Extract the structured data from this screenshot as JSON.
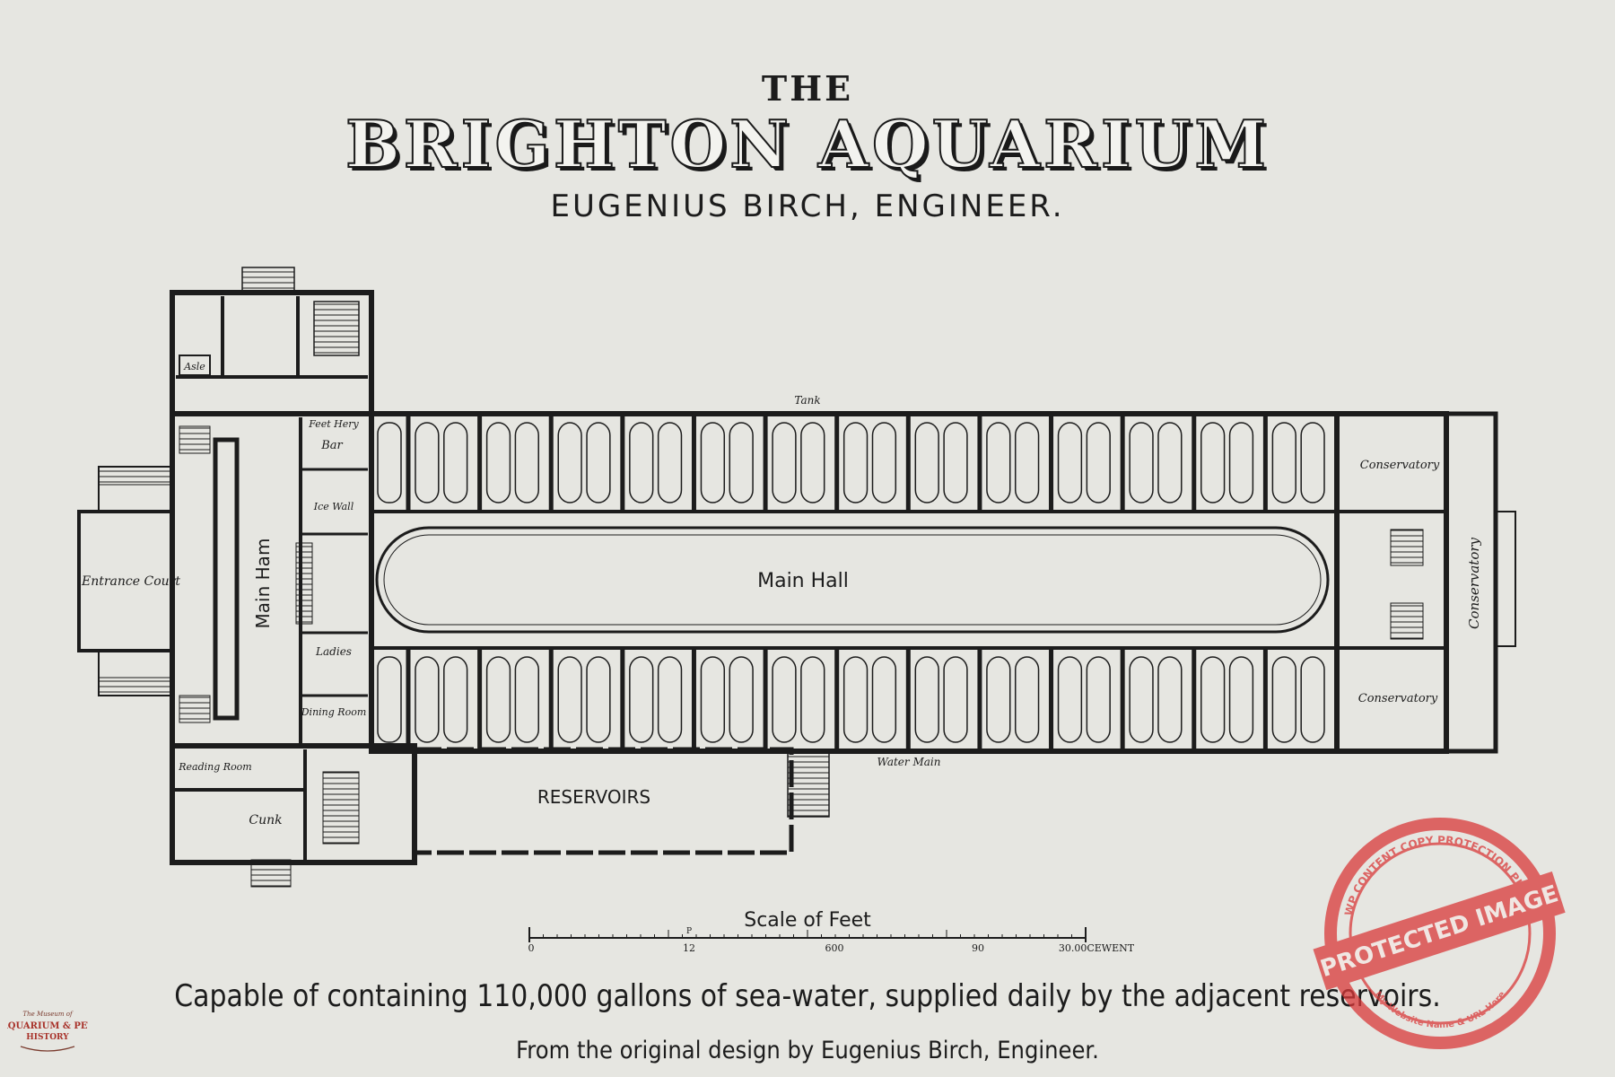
{
  "header": {
    "the": "THE",
    "title": "BRIGHTON AQUARIUM",
    "engineer": "EUGENIUS BIRCH, ENGINEER."
  },
  "plan": {
    "rooms": {
      "main_hall": "Main Hall",
      "main_hall_left": "Main Ham",
      "entrance_court": "Entrance Court",
      "reservoirs": "RESERVOIRS",
      "conservatory_top": "Conservatory",
      "conservatory_bottom": "Conservatory",
      "conservatory_right": "Conservatory",
      "bar": "Bar",
      "feet_hery": "Feet Hery",
      "ice_wall": "Ice Wall",
      "ladies": "Ladies",
      "dining_room": "Dining Room",
      "reading_room": "Reading Room",
      "cunk": "Cunk",
      "tank": "Tank",
      "water_main": "Water Main",
      "asle": "Asle"
    },
    "scale": {
      "title": "Scale of Feet",
      "ticks": [
        "0",
        "12",
        "600",
        "90",
        "30.00CEWENT"
      ],
      "mid_mark": "P"
    }
  },
  "captions": {
    "line1": "Capable of containing 110,000 gallons of sea-water, supplied daily by the adjacent reservoirs.",
    "line2": "From the original design by Eugenius Birch, Engineer."
  },
  "stamp": {
    "banner": "PROTECTED IMAGE",
    "ring_top": "WP CONTENT COPY PROTECTION PLUGIN",
    "ring_bottom": "My Website Name & URL Here"
  },
  "logo": {
    "line1": "The Museum of",
    "line2": "AQUARIUM & PET",
    "line3": "HISTORY"
  },
  "colors": {
    "paper": "#e6e6e1",
    "ink": "#1c1c1c",
    "stamp_red": "#d9393a"
  }
}
